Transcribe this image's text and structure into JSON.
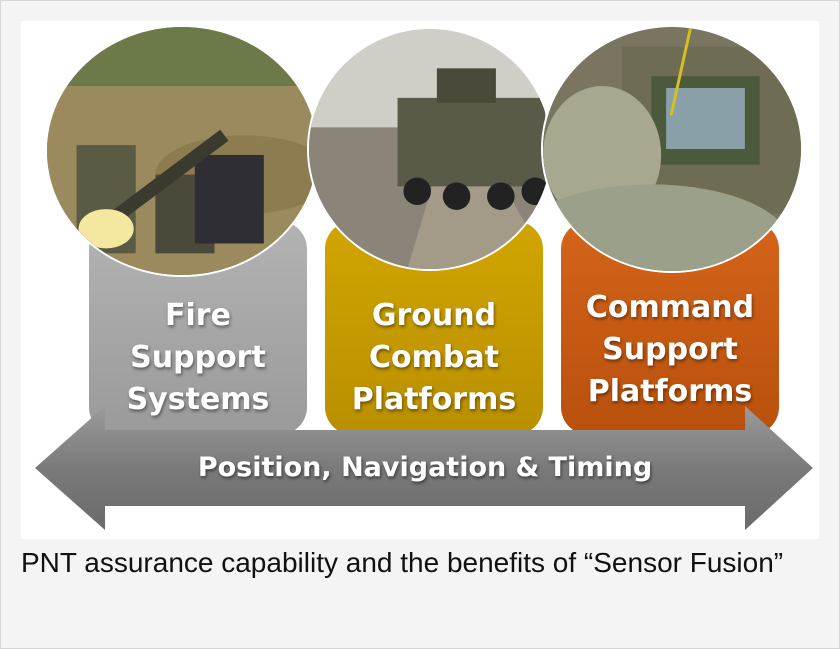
{
  "panels": [
    {
      "label": "Fire\nSupport\nSystems",
      "color": "#a6a6a6"
    },
    {
      "label": "Ground\nCombat\nPlatforms",
      "color": "#c49a00"
    },
    {
      "label": "Command\nSupport\nPlatforms",
      "color": "#c55a11"
    }
  ],
  "arrow": {
    "label": "Position, Navigation & Timing",
    "color": "#7f7f7f"
  },
  "caption": "PNT assurance capability and the benefits of “Sensor Fusion”",
  "photos": [
    {
      "subject": "soldiers-firing-missile-photo"
    },
    {
      "subject": "armored-vehicle-photo"
    },
    {
      "subject": "soldier-at-command-terminal-photo"
    }
  ]
}
